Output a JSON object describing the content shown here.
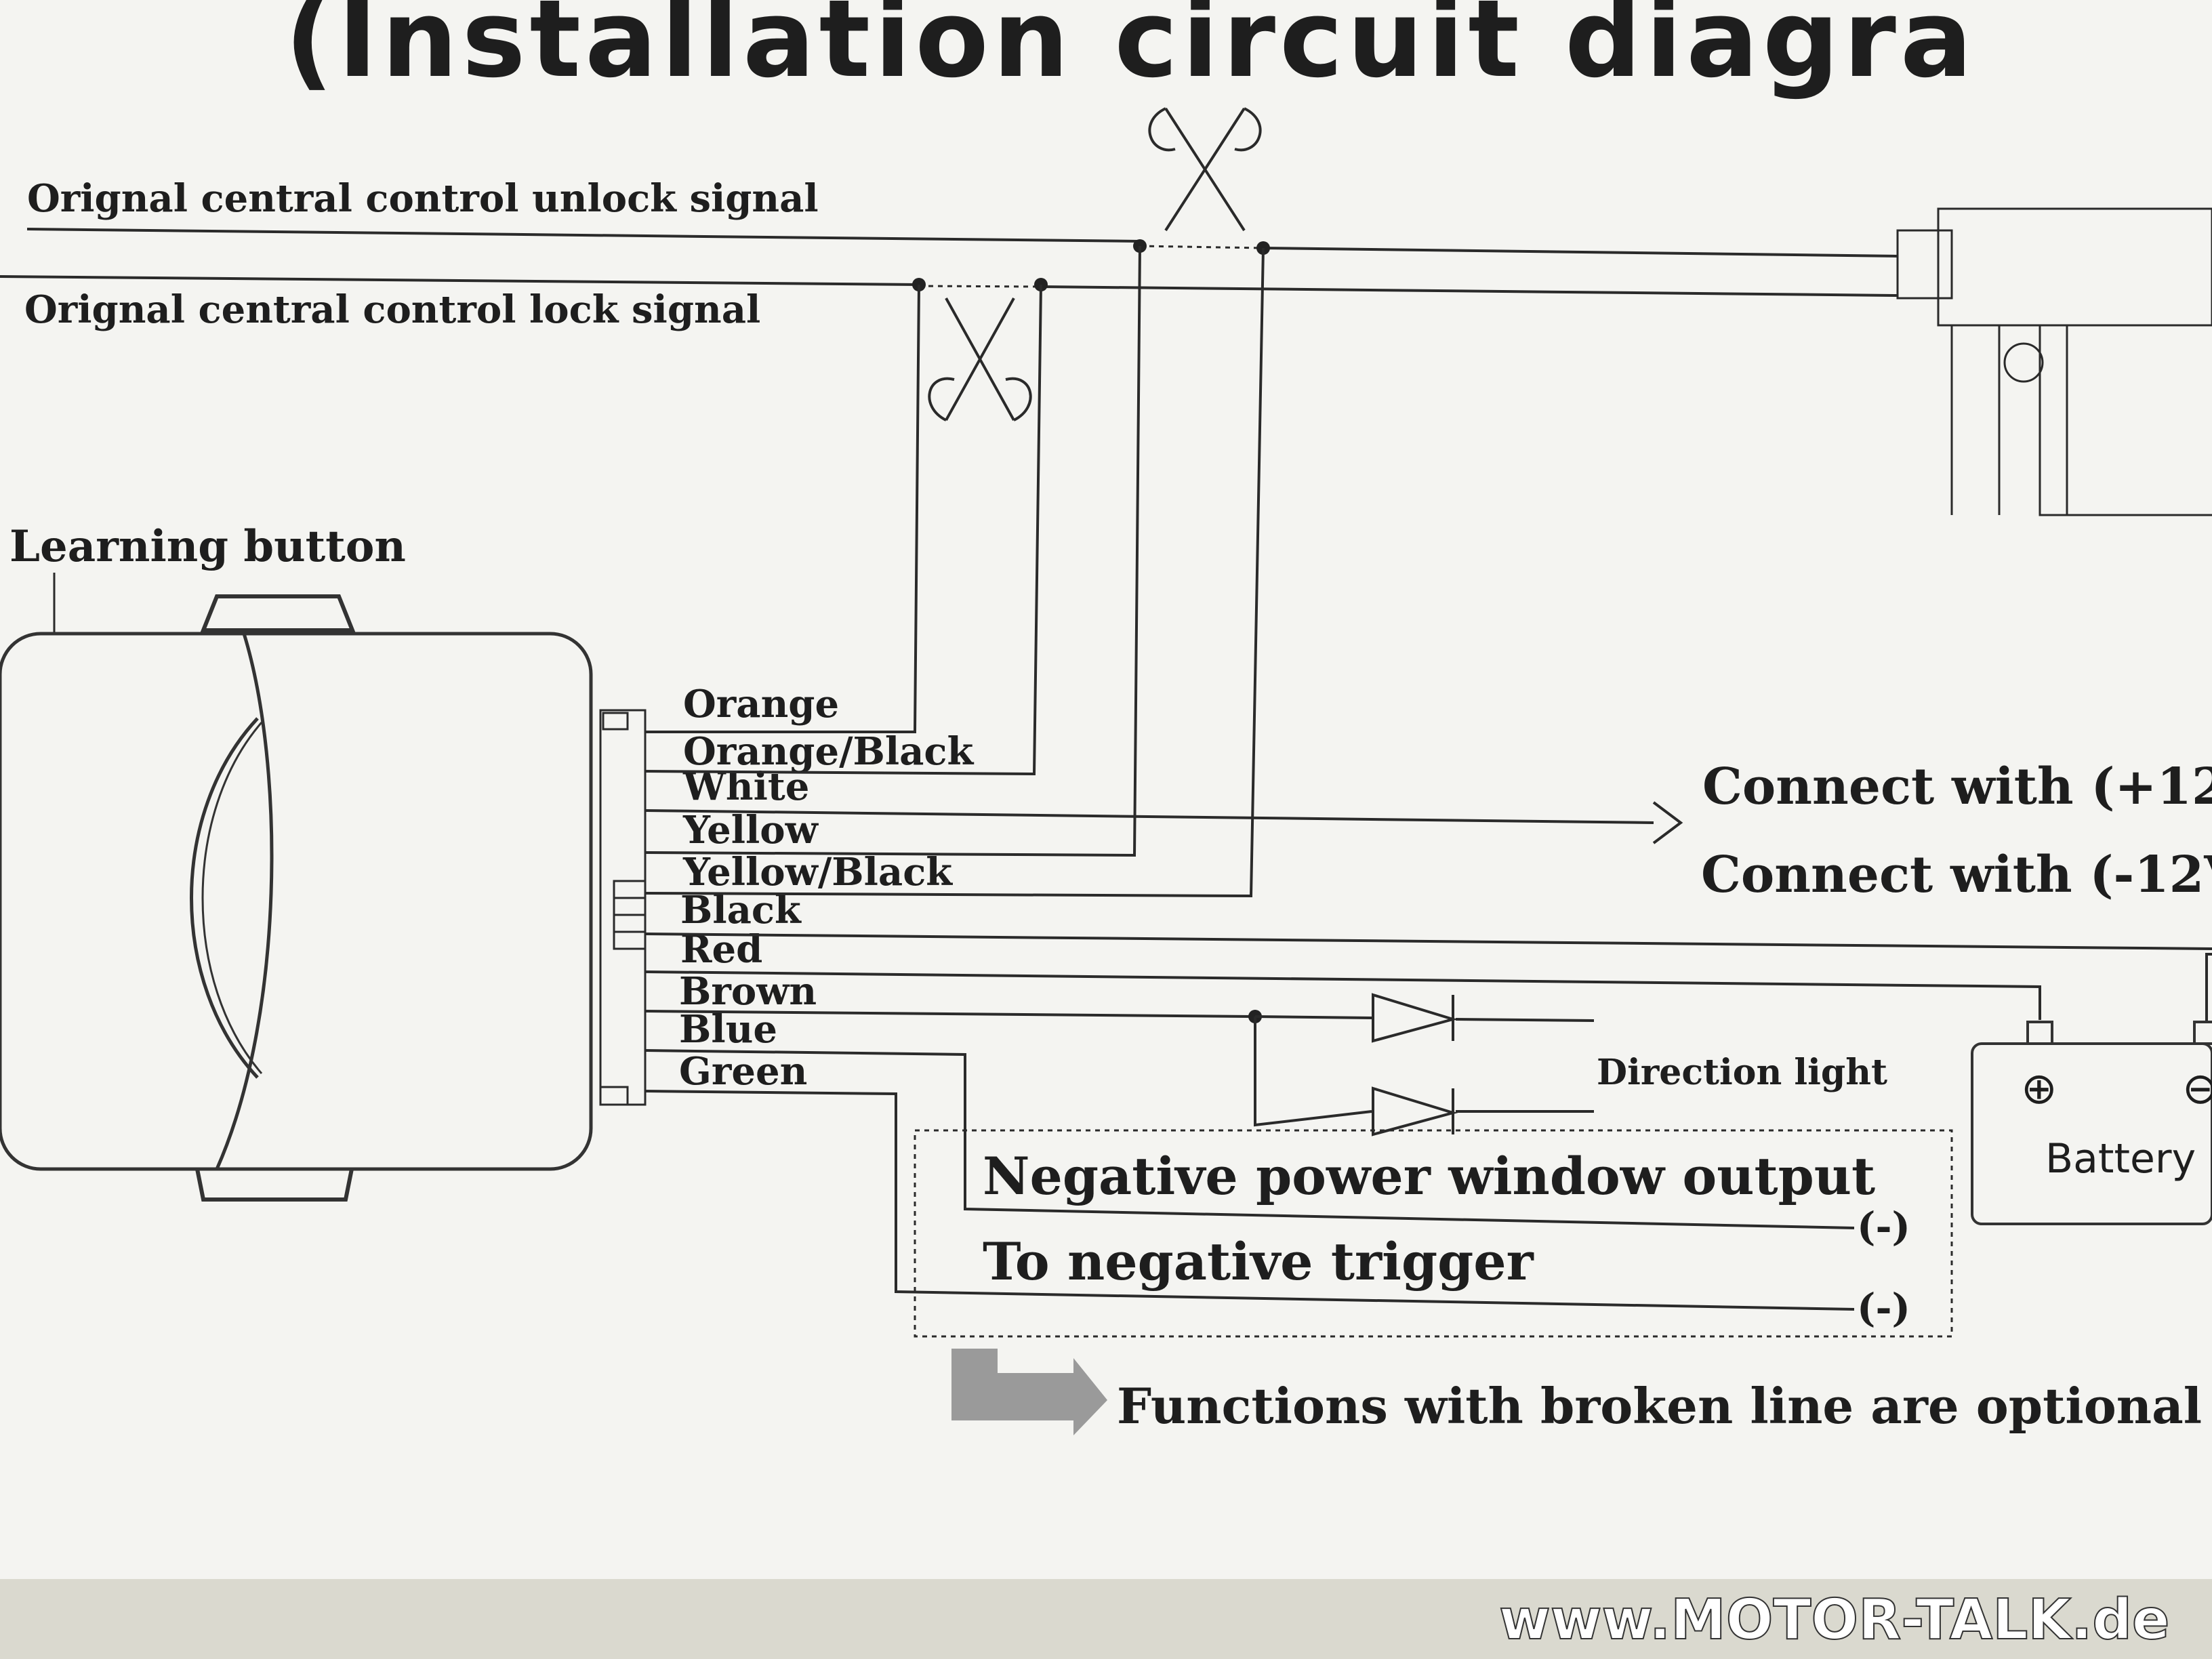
{
  "title": "(Installation circuit diagra",
  "signals": {
    "unlock": "Orignal central control unlock signal",
    "lock": "Orignal central control lock signal"
  },
  "learning_button": "Learning button",
  "wires": [
    "Orange",
    "Orange/Black",
    "White",
    "Yellow",
    "Yellow/Black",
    "Black",
    "Red",
    "Brown",
    "Blue",
    "Green"
  ],
  "connect": {
    "plus": "Connect with (+12",
    "minus": "Connect with (-12V"
  },
  "direction_light": "Direction light",
  "battery": {
    "label": "Battery",
    "plus_symbol": "⊕",
    "minus_symbol": "⊖"
  },
  "optional": {
    "window_output": "Negative power window output",
    "trigger": "To negative trigger",
    "neg_symbol_1": "(-)",
    "neg_symbol_2": "(-)"
  },
  "legend": "Functions with broken line are optional",
  "watermark": "www.MOTOR-TALK.de",
  "icons": {
    "cut": "scissors-icon",
    "arrow": "arrow-right-icon",
    "legend": "bent-arrow-icon"
  },
  "colors": {
    "paper": "#f4f4f1",
    "ink": "#1e1e1e",
    "legend_arrow": "#9a9a9a"
  }
}
